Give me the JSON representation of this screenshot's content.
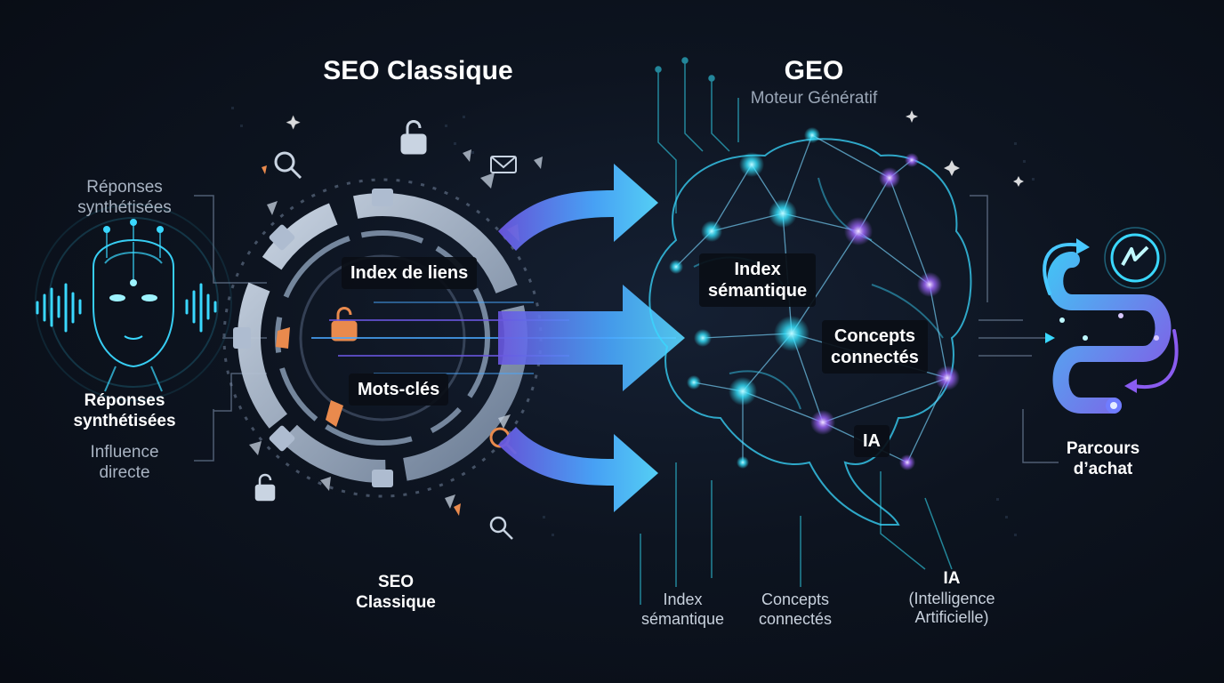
{
  "seo": {
    "title": "SEO Classique",
    "box_links": "Index de liens",
    "box_keywords": "Mots-clés",
    "footer_line1": "SEO",
    "footer_line2": "Classique"
  },
  "geo": {
    "title": "GEO",
    "subtitle": "Moteur Génératif",
    "box_index_line1": "Index",
    "box_index_line2": "sémantique",
    "box_concepts_line1": "Concepts",
    "box_concepts_line2": "connectés",
    "box_ia": "IA"
  },
  "left": {
    "top_line1": "Réponses",
    "top_line2": "synthétisées",
    "mid_line1": "Réponses",
    "mid_line2": "synthétisées",
    "bottom_line1": "Influence",
    "bottom_line2": "directe"
  },
  "right": {
    "journey_line1": "Parcours",
    "journey_line2": "d’achat"
  },
  "footer": {
    "index_line1": "Index",
    "index_line2": "sémantique",
    "concepts_line1": "Concepts",
    "concepts_line2": "connectés",
    "ia_line1": "IA",
    "ia_line2": "(Intelligence",
    "ia_line3": "Artificielle)"
  },
  "colors": {
    "cyan": "#35e4ff",
    "purple": "#a066ff",
    "orange": "#e98a4d",
    "steel": "#a9b8cc"
  }
}
